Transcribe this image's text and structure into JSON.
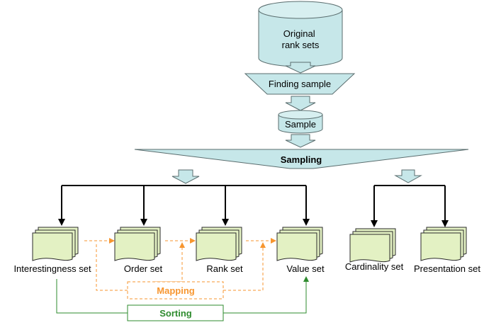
{
  "nodes": {
    "original": "Original\nrank sets",
    "finding_sample": "Finding sample",
    "sample": "Sample",
    "sampling": "Sampling",
    "interestingness": "Interestingness set",
    "order": "Order set",
    "rank": "Rank set",
    "value": "Value set",
    "cardinality": "Cardinality set",
    "presentation": "Presentation set"
  },
  "process_labels": {
    "mapping": "Mapping",
    "sorting": "Sorting"
  },
  "colors": {
    "cylinder_fill": "#c6e7e9",
    "funnel_fill": "#c6e7e9",
    "set_fill": "#e3f1c3",
    "mapping": "#f7962f",
    "sorting": "#2e8b2e",
    "black": "#000000"
  }
}
